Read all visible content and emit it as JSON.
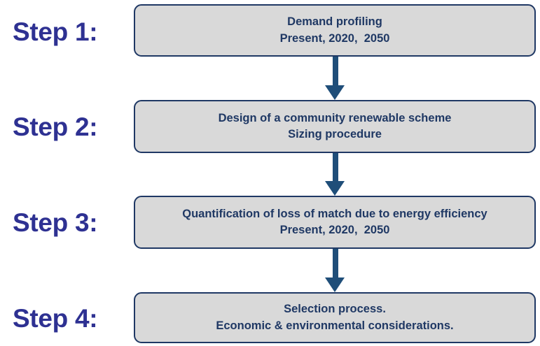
{
  "diagram": {
    "type": "vertical-flowchart",
    "orientation": "top-to-bottom",
    "colors": {
      "background": "#FFFFFF",
      "step_label_text": "#2E3192",
      "box_fill": "#D9D9D9",
      "box_border": "#1F3864",
      "box_text": "#1F3864",
      "arrow": "#1F4E79"
    },
    "steps": [
      {
        "label": "Step 1:",
        "lines": [
          "Demand profiling",
          "Present, 2020,  2050"
        ]
      },
      {
        "label": "Step 2:",
        "lines": [
          "Design of a community renewable scheme",
          "Sizing procedure"
        ]
      },
      {
        "label": "Step 3:",
        "lines": [
          "Quantification of loss of match due to energy efficiency",
          "Present, 2020,  2050"
        ]
      },
      {
        "label": "Step 4:",
        "lines": [
          "Selection process.",
          "Economic & environmental considerations."
        ]
      }
    ],
    "connectors": [
      {
        "name": "arrow-step1-to-step2",
        "glyph": "down-arrow"
      },
      {
        "name": "arrow-step2-to-step3",
        "glyph": "down-arrow"
      },
      {
        "name": "arrow-step3-to-step4",
        "glyph": "down-arrow"
      }
    ]
  }
}
